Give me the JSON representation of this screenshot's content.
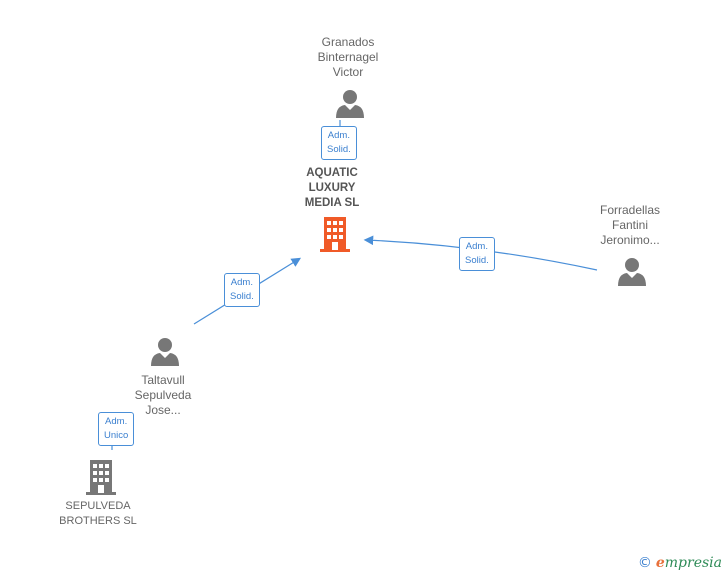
{
  "nodes": {
    "granados": {
      "line1": "Granados",
      "line2": "Binternagel",
      "line3": "Victor"
    },
    "aquatic": {
      "line1": "AQUATIC",
      "line2": "LUXURY",
      "line3": "MEDIA  SL"
    },
    "forradellas": {
      "line1": "Forradellas",
      "line2": "Fantini",
      "line3": "Jeronimo..."
    },
    "taltavull": {
      "line1": "Taltavull",
      "line2": "Sepulveda",
      "line3": "Jose..."
    },
    "sepulveda_brothers": {
      "line1": "SEPULVEDA",
      "line2": "BROTHERS  SL"
    }
  },
  "badges": {
    "granados_rel": {
      "line1": "Adm.",
      "line2": "Solid."
    },
    "forradellas_rel": {
      "line1": "Adm.",
      "line2": "Solid."
    },
    "taltavull_rel": {
      "line1": "Adm.",
      "line2": "Solid."
    },
    "brothers_rel": {
      "line1": "Adm.",
      "line2": "Unico"
    }
  },
  "footer": {
    "copyright": "©",
    "brand_e": "e",
    "brand_rest": "mpresia"
  },
  "colors": {
    "edge": "#4a8fd8",
    "person": "#777777",
    "company_main": "#f05a28",
    "company": "#777777"
  }
}
